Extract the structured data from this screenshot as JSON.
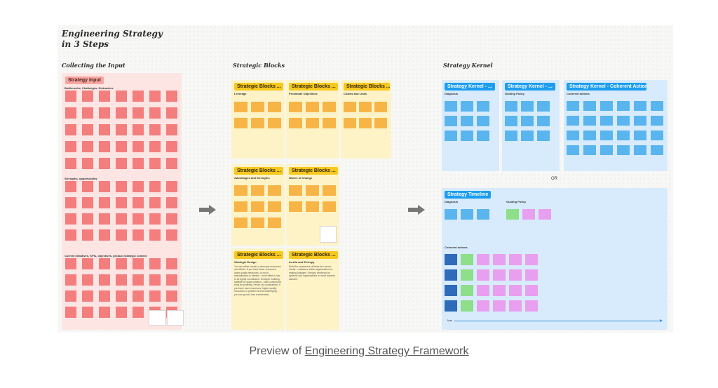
{
  "board": {
    "title": "Engineering Strategy in 3 Steps",
    "sections": {
      "input": "Collecting the Input",
      "blocks": "Strategic Blocks",
      "kernel": "Strategy Kernel"
    },
    "input_panel": {
      "tag": "Strategy Input",
      "group1": "Bottlenecks, Challenges, Distractors",
      "group2": "Strengths, opportunities",
      "group3": "Current initiatives, KPIs, objectives, product strategic context"
    },
    "blocks": {
      "tag": "Strategic Blocks ...",
      "b1_sub": "Leverage",
      "b2_sub": "Proximate Objectives",
      "b3_sub": "Chains and Links",
      "b4_sub": "Advantages and Strengths",
      "b5_sub": "Waves of Change",
      "b6_sub": "Strategic Design",
      "b6_body": "You can either create or decouple resources and efforts. If you have fewer resources: lower quality resources, or much specialization is needed - more effort is has to be tightly coordinated. Example: building satellite for space mission - each component must be perfectly. Fewer, but constrained. If you have more resources, higher quality resources or problem is less challenging - you can go into less coordination.",
      "b7_sub": "Inertia and Entropy",
      "b7_body": "Build the awareness of these two forces. Inertia - resistance within organizations to making changes. Entropy: tendency for systems and organizations to move towards disorder."
    },
    "kernel": {
      "k1_tag": "Strategy Kernel - ...",
      "k1_sub": "Diagnosis",
      "k2_tag": "Strategy Kernel - ...",
      "k2_sub": "Guiding Policy",
      "k3_tag": "Strategy Kernel - Coherent Actions",
      "k3_sub": "Coherent actions",
      "or": "OR",
      "timeline_tag": "Strategy Timeline",
      "tl_diagnosis": "Diagnosis",
      "tl_policy": "Guiding Policy",
      "tl_actions": "Coherent actions",
      "tl_now": "Now"
    }
  },
  "caption": {
    "prefix": "Preview of ",
    "link": "Engineering Strategy Framework"
  }
}
